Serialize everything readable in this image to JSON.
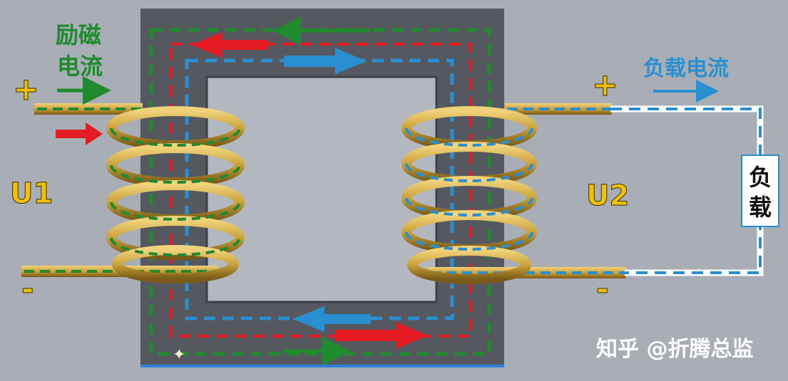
{
  "labels": {
    "excitation_current": [
      "励磁",
      "电流"
    ],
    "primary_voltage": "U1",
    "secondary_voltage": "U2",
    "primary_plus": "+",
    "primary_minus": "-",
    "secondary_plus": "+",
    "secondary_minus": "-",
    "load_current": "负载电流",
    "load": [
      "负",
      "载"
    ],
    "watermark": "知乎 @折腾总监"
  },
  "colors": {
    "background": "#a9adb5",
    "core": "#55595f",
    "window": "#b3b7bf",
    "copper": "#c9a23a",
    "excitation_green": "#1f8a2e",
    "primary_red": "#e41b23",
    "load_blue": "#2a8fd0",
    "plus_yellow": "#f2c200"
  }
}
